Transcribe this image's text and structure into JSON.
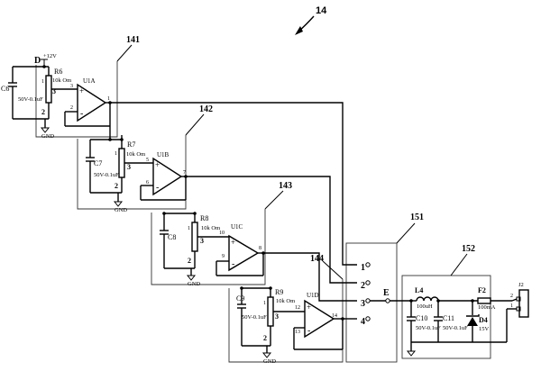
{
  "figure_number": "14",
  "block_labels": [
    "141",
    "142",
    "143",
    "144",
    "151",
    "152"
  ],
  "top_node": {
    "label": "D",
    "supply": "+12V"
  },
  "stages": [
    {
      "amp": "U1A",
      "cap": "C6",
      "cap_value": "50V-0.1uF",
      "pot": "R6",
      "pot_value": "10k Om",
      "pot_pins": [
        "1",
        "3",
        "2"
      ],
      "amp_pins": {
        "plus": "3",
        "minus": "2",
        "out": "1"
      },
      "gnd": "GND"
    },
    {
      "amp": "U1B",
      "cap": "C7",
      "cap_value": "50V-0.1uF",
      "pot": "R7",
      "pot_value": "10k Om",
      "pot_pins": [
        "1",
        "3",
        "2"
      ],
      "amp_pins": {
        "plus": "5",
        "minus": "6",
        "out": "7"
      },
      "gnd": "GND"
    },
    {
      "amp": "U1C",
      "cap": "C8",
      "cap_value": "",
      "pot": "R8",
      "pot_value": "10k Om",
      "pot_pins": [
        "1",
        "3",
        "2"
      ],
      "amp_pins": {
        "plus": "10",
        "minus": "9",
        "out": "8"
      },
      "gnd": "GND"
    },
    {
      "amp": "U1D",
      "cap": "C9",
      "cap_value": "50V-0.1uF",
      "pot": "R9",
      "pot_value": "10k Om",
      "pot_pins": [
        "1",
        "3",
        "2"
      ],
      "amp_pins": {
        "plus": "12",
        "minus": "13",
        "out": "14"
      },
      "gnd": "GND"
    }
  ],
  "switch": {
    "positions": [
      "1",
      "2",
      "3",
      "4"
    ],
    "common": "E"
  },
  "filter": {
    "inductor": "L4",
    "inductor_value": "100uH",
    "c10": "C10",
    "c10_value": "50V-0.1uF",
    "c11": "C11",
    "c11_value": "50V-0.1uF",
    "fuse": "F2",
    "fuse_value": "100mA",
    "zener": "D4",
    "zener_value": "15V"
  },
  "connector": {
    "name": "J2",
    "pins": [
      "2",
      "1"
    ]
  },
  "glyphs": {
    "plus": "+",
    "minus": "-"
  }
}
